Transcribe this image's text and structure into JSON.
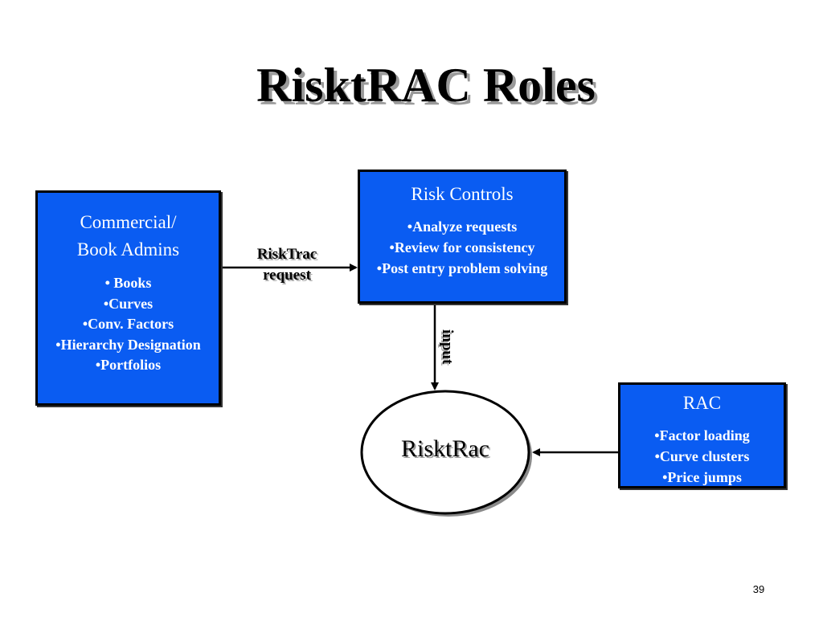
{
  "title": "RisktRAC Roles",
  "nodes": {
    "commercial": {
      "heading_line1": "Commercial/",
      "heading_line2": "Book Admins",
      "items": [
        "• Books",
        "•Curves",
        "•Conv. Factors",
        "•Hierarchy Designation",
        "•Portfolios"
      ]
    },
    "risk_controls": {
      "heading": "Risk Controls",
      "items": [
        "•Analyze requests",
        "•Review for consistency",
        "•Post entry problem solving"
      ]
    },
    "rac": {
      "heading": "RAC",
      "items": [
        "•Factor loading",
        "•Curve clusters",
        "•Price jumps"
      ]
    },
    "risktrac": {
      "label": "RisktRac"
    }
  },
  "edges": {
    "request_line1": "RiskTrac",
    "request_line2": "request",
    "input": "input"
  },
  "colors": {
    "box_fill": "#0a5cf2",
    "box_text": "#ffffff",
    "ellipse_fill": "#ffffff"
  },
  "page_number": "39"
}
